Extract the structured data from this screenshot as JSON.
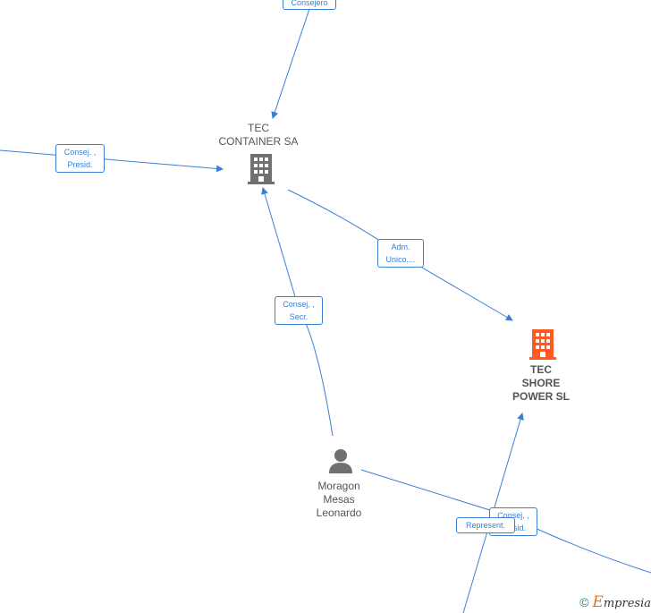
{
  "nodes": {
    "tec_container": {
      "label": "TEC\nCONTAINER SA"
    },
    "tec_shore": {
      "label": "TEC\nSHORE\nPOWER  SL"
    },
    "moragon": {
      "label": "Moragon\nMesas\nLeonardo"
    }
  },
  "edge_labels": {
    "consejero": "Consejero",
    "consej_presid_left": "Consej. ,\nPresid.",
    "adm_unico": "Adm.\nUnico,...",
    "consej_secr": "Consej. ,\nSecr.",
    "consej_presid_bottom": "Consej. ,\nPresid.",
    "represent": "Represent."
  },
  "colors": {
    "edge": "#3a7fd5",
    "company": "#707070",
    "main_company": "#ff5a1f",
    "person": "#707070"
  },
  "footer": {
    "copyright": "©",
    "brand_initial": "E",
    "brand_rest": "mpresia"
  }
}
